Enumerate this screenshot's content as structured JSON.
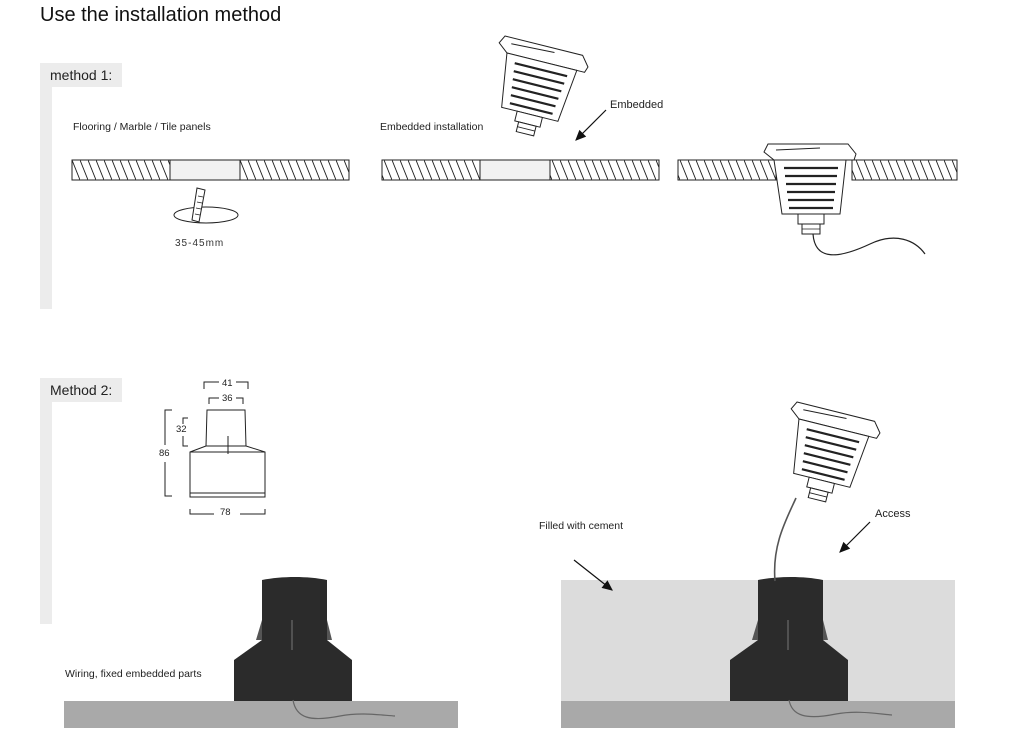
{
  "page": {
    "title": "Use the installation method"
  },
  "method1": {
    "heading": "method 1:",
    "label_flooring": "Flooring / Marble / Tile panels",
    "label_embedded_install": "Embedded installation",
    "label_embedded": "Embedded",
    "hole_size": "35-45mm"
  },
  "method2": {
    "heading": "Method 2:",
    "dim_41": "41",
    "dim_36": "36",
    "dim_32": "32",
    "dim_86": "86",
    "dim_78": "78",
    "label_cement": "Filled with cement",
    "label_access": "Access",
    "label_wiring": "Wiring, fixed embedded parts"
  },
  "colors": {
    "section_bg": "#ececec",
    "cement": "#dcdcdc",
    "ground": "#a9a9a9",
    "sleeve": "#2b2b2b"
  }
}
